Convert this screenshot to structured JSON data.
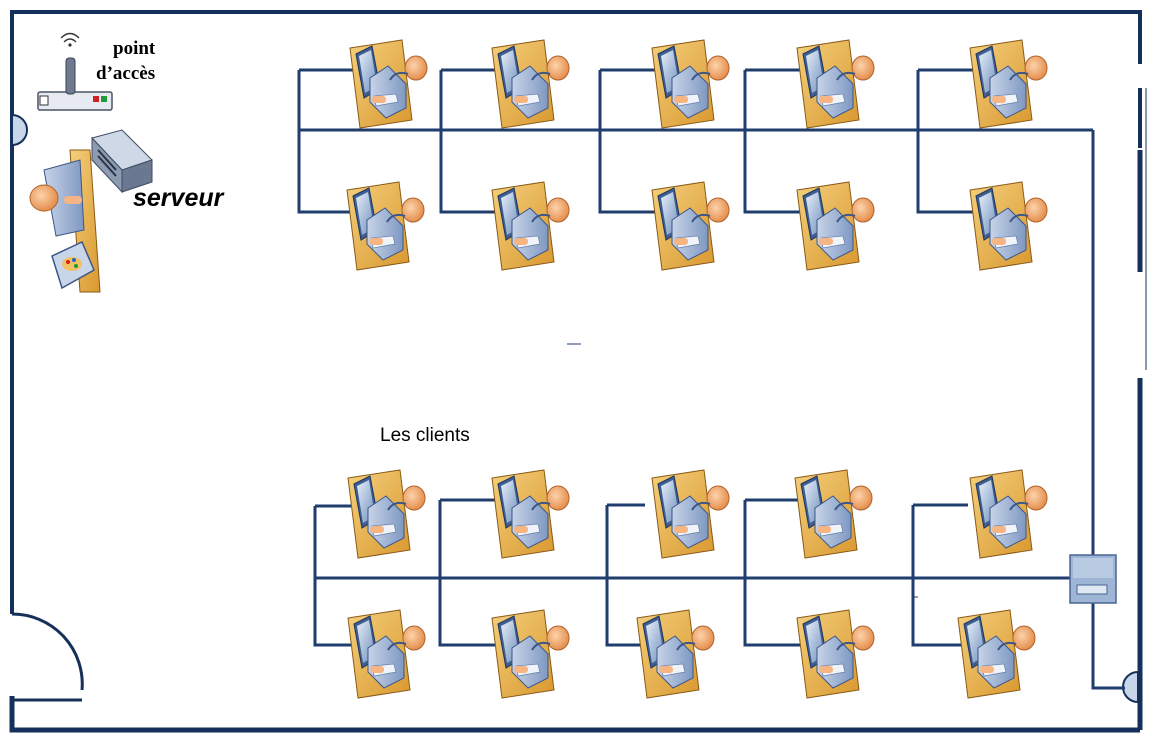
{
  "diagram": {
    "labels": {
      "access_point": [
        "point",
        "d’accès"
      ],
      "server": "serveur",
      "clients": "Les clients"
    },
    "icons": {
      "access_point": "wireless-router-icon",
      "server": "server-tower-icon",
      "server_operator": "person-at-desk-icon",
      "client": "person-at-computer-icon",
      "switch": "network-switch-icon",
      "door": "door-swing-icon",
      "wall_outlet": "wall-network-outlet-icon"
    },
    "client_count": 20,
    "colors": {
      "cable": "#1f3e6e",
      "wall": "#15305a",
      "desk": "#e9b553",
      "person_skin": "#f3b17c",
      "monitor": "#9db4d6",
      "switch": "#9fb5d6"
    }
  }
}
